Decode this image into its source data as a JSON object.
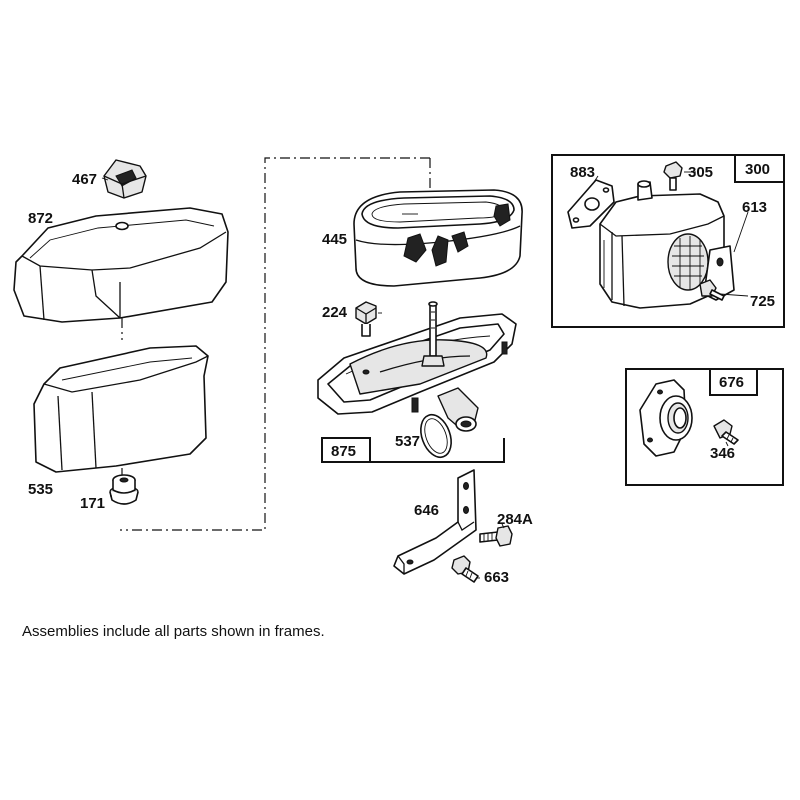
{
  "labels": {
    "p467": "467",
    "p872": "872",
    "p535": "535",
    "p171": "171",
    "p445": "445",
    "p224": "224",
    "p875": "875",
    "p537": "537",
    "p646": "646",
    "p284A": "284A",
    "p663": "663",
    "p883": "883",
    "p305": "305",
    "p300": "300",
    "p613": "613",
    "p725": "725",
    "p676": "676",
    "p346": "346"
  },
  "footnote": "Assemblies include all parts shown in frames."
}
